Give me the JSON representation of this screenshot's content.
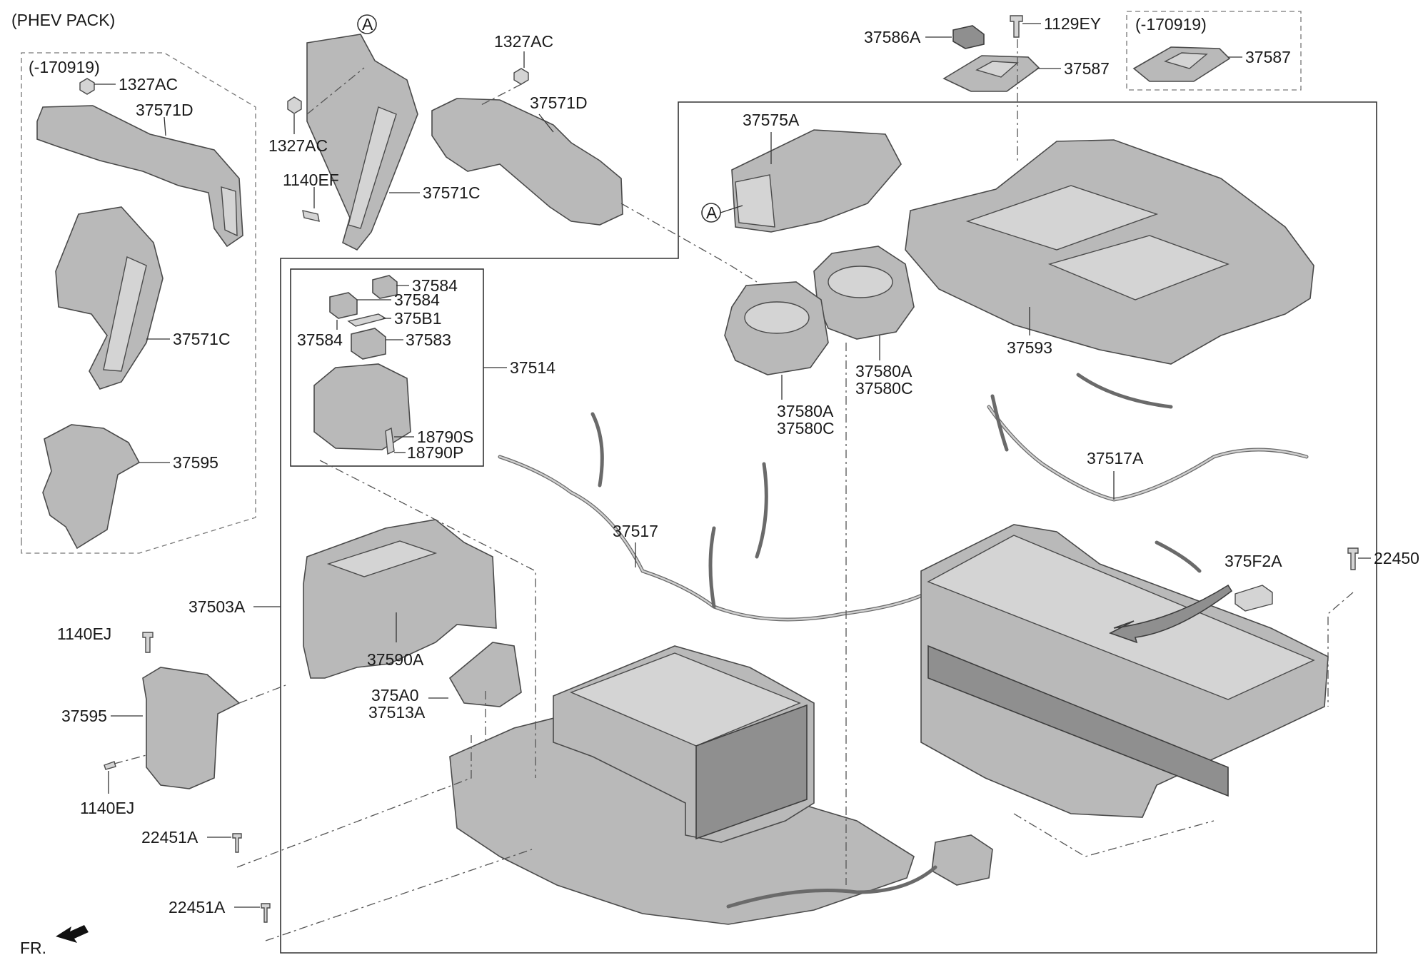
{
  "header": {
    "pack_label": "(PHEV PACK)"
  },
  "callouts": {
    "left_group_date": "(-170919)",
    "right_group_date": "(-170919)",
    "ref_a_top": "A",
    "ref_a_mid": "A"
  },
  "parts": {
    "p_1327AC_left": "1327AC",
    "p_37571D_left": "37571D",
    "p_37571C_left": "37571C",
    "p_37595_left": "37595",
    "p_1327AC_top": "1327AC",
    "p_1327AC_mid": "1327AC",
    "p_1140EF": "1140EF",
    "p_37571C_top": "37571C",
    "p_37571D_top": "37571D",
    "p_37586A": "37586A",
    "p_1129EY": "1129EY",
    "p_37587_a": "37587",
    "p_37587_b": "37587",
    "p_37575A": "37575A",
    "p_37593": "37593",
    "p_37580A_r": "37580A",
    "p_37580C_r": "37580C",
    "p_37580A_l": "37580A",
    "p_37580C_l": "37580C",
    "p_37584_a": "37584",
    "p_37584_b": "37584",
    "p_375B1": "375B1",
    "p_37584_c": "37584",
    "p_37583": "37583",
    "p_37514": "37514",
    "p_18790S": "18790S",
    "p_18790P": "18790P",
    "p_37517A": "37517A",
    "p_37517": "37517",
    "p_375F2A": "375F2A",
    "p_22450": "22450",
    "p_37503A": "37503A",
    "p_37590A": "37590A",
    "p_1140EJ_top": "1140EJ",
    "p_375A0": "375A0",
    "p_37513A": "37513A",
    "p_37595_low": "37595",
    "p_1140EJ_low": "1140EJ",
    "p_22451A_a": "22451A",
    "p_22451A_b": "22451A"
  },
  "footer": {
    "front_label": "FR."
  },
  "colors": {
    "part_fill": "#b9b9b9",
    "line": "#333333",
    "background": "#ffffff"
  }
}
